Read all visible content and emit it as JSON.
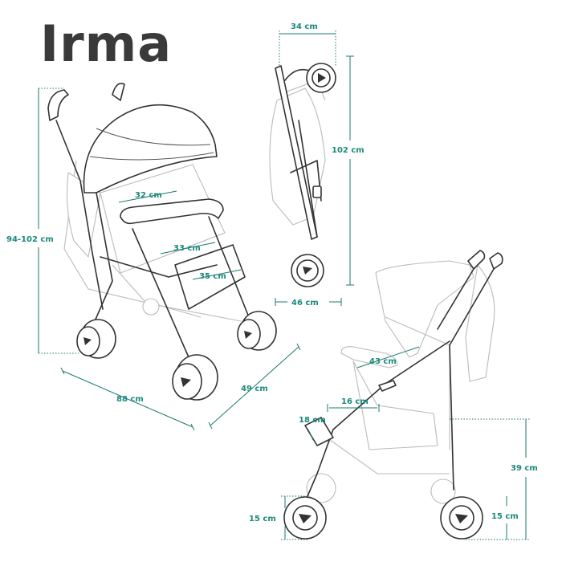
{
  "product": {
    "name": "Irma"
  },
  "dimensions": {
    "total_height": "94-102 cm",
    "total_length": "88 cm",
    "total_width": "49 cm",
    "seat_width": "32 cm",
    "seat_depth": "33 cm",
    "footrest_width": "35 cm",
    "folded_width": "34 cm",
    "folded_height": "102 cm",
    "folded_depth": "46 cm",
    "backrest_height": "43 cm",
    "armrest_length": "16 cm",
    "armrest_height": "18 cm",
    "seat_height": "39 cm",
    "front_wheel": "15 cm",
    "rear_wheel": "15 cm"
  }
}
